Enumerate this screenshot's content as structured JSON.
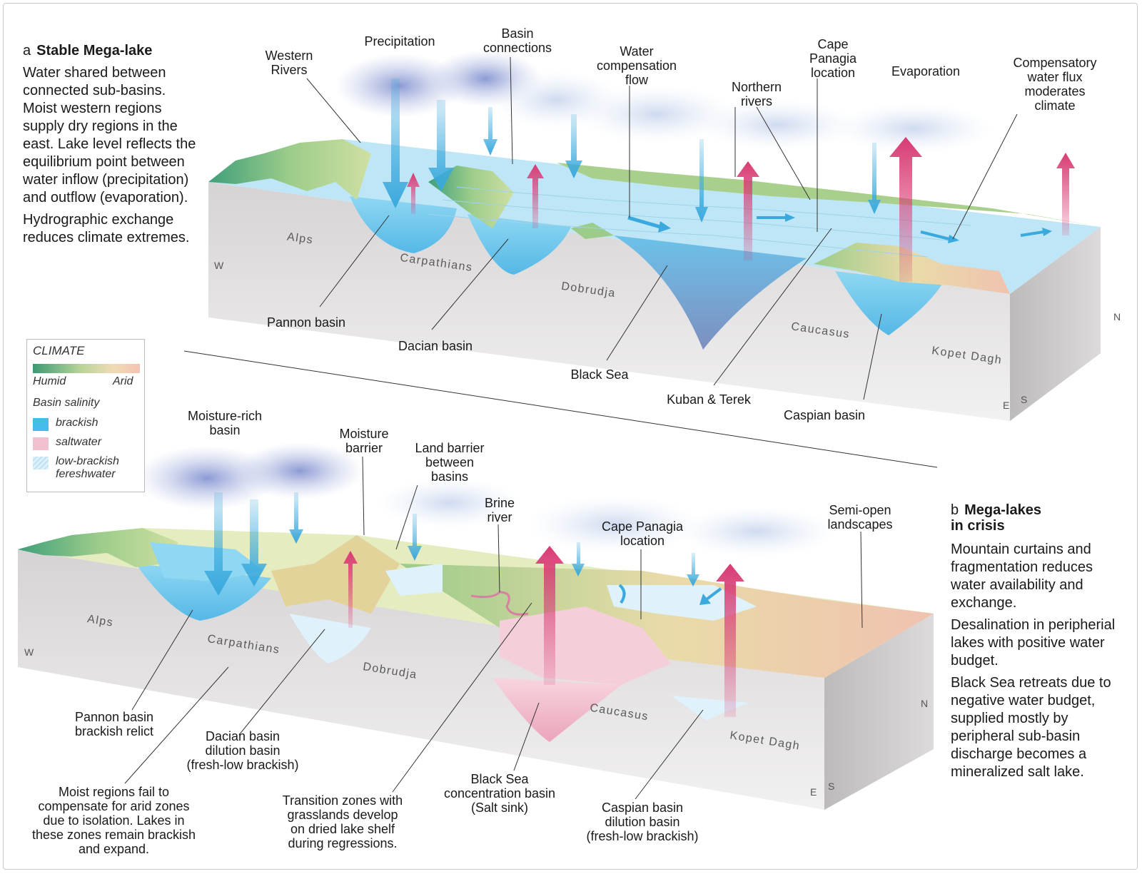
{
  "panel_a": {
    "letter": "a",
    "title": "Stable Mega-lake",
    "para1": "Water shared between connected sub-basins. Moist western regions supply dry regions in the east. Lake level reflects the equilibrium point between water inflow (precipitation) and outflow (evaporation).",
    "para2": "Hydrographic exchange reduces climate extremes.",
    "callouts": {
      "western_rivers": "Western\nRivers",
      "precipitation": "Precipitation",
      "basin_connections": "Basin\nconnections",
      "water_compensation": "Water\ncompensation\nflow",
      "northern_rivers": "Northern\nrivers",
      "cape_panagia": "Cape\nPanagia\nlocation",
      "evaporation": "Evaporation",
      "compensatory": "Compensatory\nwater flux\nmoderates\nclimate",
      "pannon": "Pannon basin",
      "dacian": "Dacian basin",
      "black_sea": "Black Sea",
      "kuban": "Kuban & Terek",
      "caspian": "Caspian basin"
    },
    "regions": {
      "alps": "Alps",
      "carpathians": "Carpathians",
      "dobrudja": "Dobrudja",
      "caucasus": "Caucasus",
      "kopet": "Kopet Dagh"
    }
  },
  "panel_b": {
    "letter": "b",
    "title": "Mega-lakes\nin crisis",
    "para1": "Mountain curtains and fragmentation reduces water availability and exchange.",
    "para2": "Desalination in peripherial lakes with positive water budget.",
    "para3": "Black Sea retreats due to negative water budget, supplied mostly by peripheral sub-basin discharge becomes a mineralized salt lake.",
    "callouts": {
      "moisture_rich": "Moisture-rich\nbasin",
      "moisture_barrier": "Moisture\nbarrier",
      "land_barrier": "Land barrier\nbetween\nbasins",
      "brine_river": "Brine\nriver",
      "cape_panagia": "Cape Panagia\nlocation",
      "semi_open": "Semi-open\nlandscapes",
      "pannon_relict": "Pannon basin\nbrackish relict",
      "dacian_dilution": "Dacian basin\ndilution basin\n(fresh-low brackish)",
      "moist_regions": "Moist regions fail to\ncompensate for arid zones\ndue to isolation. Lakes in\nthese zones remain brackish\nand expand.",
      "transition": "Transition zones with\ngrasslands develop\non dried lake shelf\nduring regressions.",
      "black_sea_conc": "Black Sea\nconcentration basin\n(Salt sink)",
      "caspian_dilution": "Caspian basin\ndilution basin\n(fresh-low brackish)"
    },
    "regions": {
      "alps": "Alps",
      "carpathians": "Carpathians",
      "dobrudja": "Dobrudja",
      "caucasus": "Caucasus",
      "kopet": "Kopet Dagh"
    }
  },
  "compass": {
    "w": "W",
    "n": "N",
    "e": "E",
    "s": "S"
  },
  "legend": {
    "title": "CLIMATE",
    "humid": "Humid",
    "arid": "Arid",
    "salinity_title": "Basin salinity",
    "brackish": "brackish",
    "saltwater": "saltwater",
    "low_brackish": "low-brackish\nfereshwater"
  },
  "colors": {
    "brackish": "#45bde8",
    "saltwater": "#f2c0cf",
    "low_brackish": "#dff1fa",
    "evaporation_arrow": "#d83a74",
    "precipitation_arrow": "#3aa9dd"
  }
}
